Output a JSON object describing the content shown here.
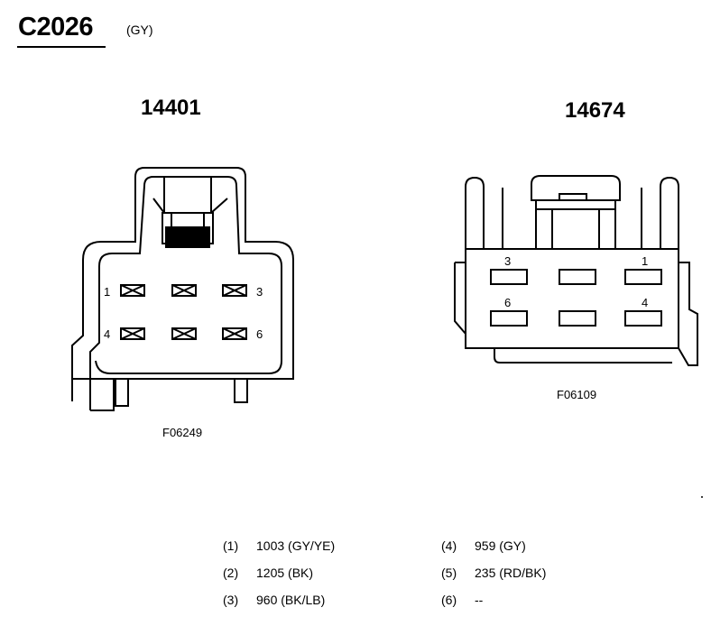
{
  "header": {
    "connector_id": "C2026",
    "color_code": "(GY)"
  },
  "connectors": [
    {
      "part_number": "14401",
      "figure_id": "F06249",
      "cavity_labels": [
        "1",
        "3",
        "4",
        "6"
      ]
    },
    {
      "part_number": "14674",
      "figure_id": "F06109",
      "cavity_labels": [
        "3",
        "1",
        "6",
        "4"
      ]
    }
  ],
  "pinout": [
    {
      "pin": "(1)",
      "wire": "1003 (GY/YE)"
    },
    {
      "pin": "(2)",
      "wire": "1205 (BK)"
    },
    {
      "pin": "(3)",
      "wire": "960 (BK/LB)"
    },
    {
      "pin": "(4)",
      "wire": "959 (GY)"
    },
    {
      "pin": "(5)",
      "wire": "235 (RD/BK)"
    },
    {
      "pin": "(6)",
      "wire": "--"
    }
  ]
}
